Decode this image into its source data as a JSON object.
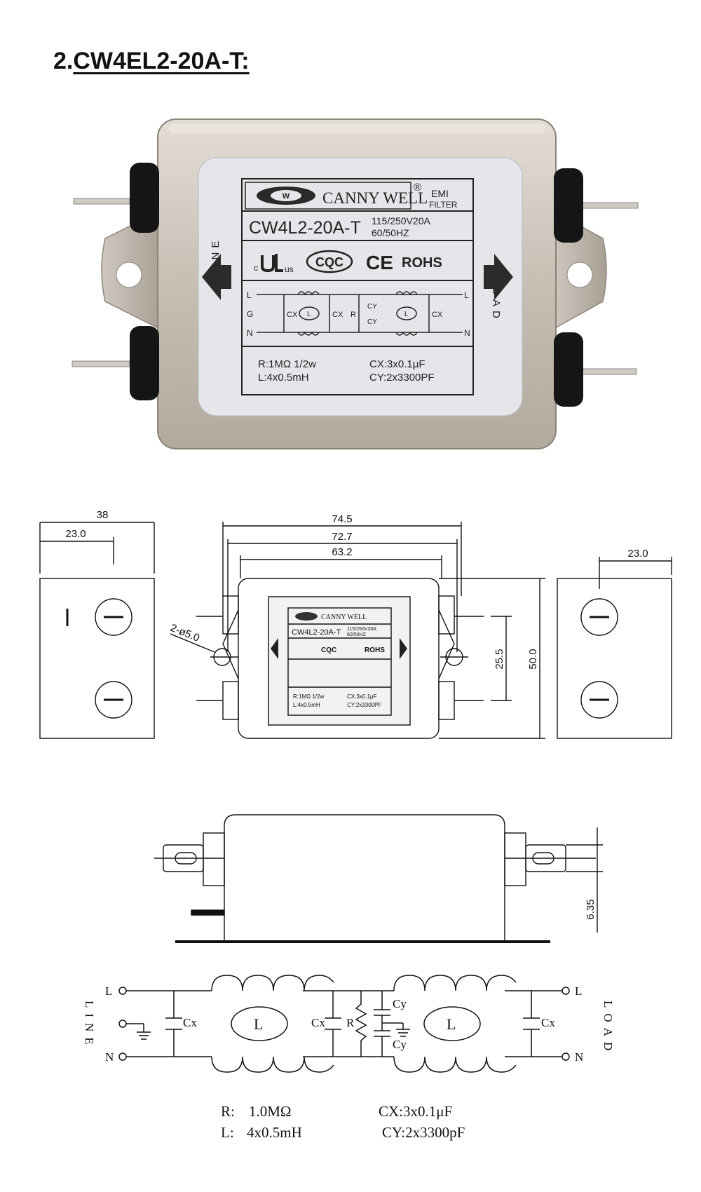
{
  "title": {
    "prefix": "2.",
    "model": "CW4EL2-20A-T:"
  },
  "label": {
    "brand": "CANNY WELL",
    "emi": "EMI",
    "filter": "FILTER",
    "model": "CW4L2-20A-T",
    "rating": "115/250V20A",
    "freq": "60/50HZ",
    "cqc": "CQC",
    "ce": "CE",
    "rohs": "ROHS",
    "ul_c": "c",
    "ul_us": "us",
    "line": "LINE",
    "load": "LOAD",
    "r_spec": "R:1MΩ 1/2w",
    "l_spec": "L:4x0.5mH",
    "cx_spec": "CX:3x0.1μF",
    "cy_spec": "CY:2x3300PF",
    "cx": "CX",
    "cy": "CY",
    "r": "R",
    "l": "L",
    "term_l": "L",
    "term_g": "G",
    "term_n": "N"
  },
  "dimensions": {
    "side_width": "38",
    "side_offset": "23.0",
    "length_overall": "74.5",
    "length_mount": "72.7",
    "length_body": "63.2",
    "hole": "2-ø5.0",
    "terminal_pitch": "25.5",
    "height": "50.0",
    "right_offset": "23.0",
    "terminal_height": "6.35"
  },
  "schematic": {
    "line": "LINE",
    "load": "LOAD",
    "in_l": "L",
    "in_n": "N",
    "out_l": "L",
    "out_n": "N",
    "cx": "Cx",
    "cy": "Cy",
    "r": "R",
    "l": "L",
    "r_spec_label": "R:",
    "r_spec_value": "1.0MΩ",
    "l_spec_label": "L:",
    "l_spec_value": "4x0.5mH",
    "cx_spec": "CX:3x0.1μF",
    "cy_spec": "CY:2x3300pF"
  },
  "colors": {
    "metal": "#c9c2b8",
    "label_bg": "#e4e6ea",
    "ink": "#1a1a1a",
    "arrow": "#2b2b2b"
  }
}
